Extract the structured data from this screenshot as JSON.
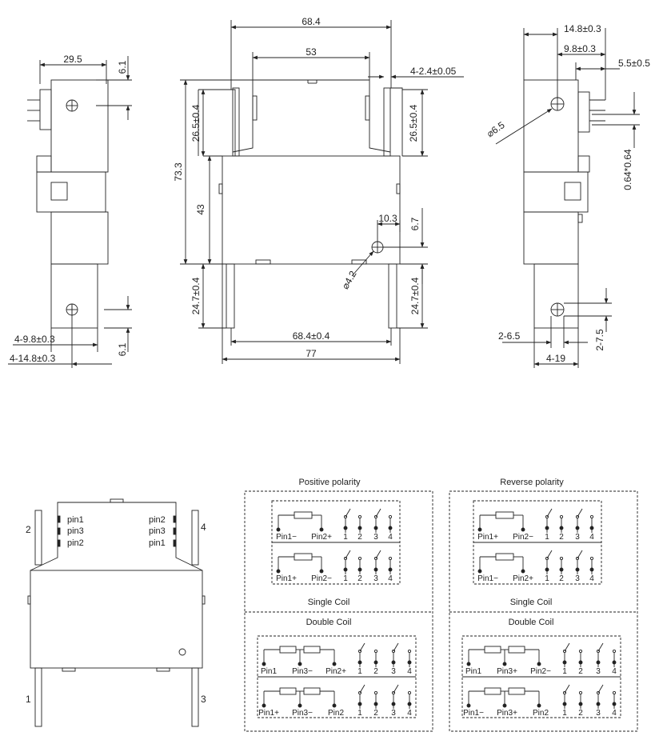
{
  "side_view_left": {
    "width": "29.5",
    "top_offset": "6.1",
    "hole_pitch_a": "4-9.8±0.3",
    "hole_pitch_b": "4-14.8±0.3",
    "bottom_offset": "6.1"
  },
  "front_view": {
    "overall_width_top": "68.4",
    "inner_width": "53",
    "slot_width": "4-2.4±0.05",
    "height_total": "73.3",
    "upper_terminal_left": "26.5±0.4",
    "upper_terminal_right": "26.5±0.4",
    "body_height": "43",
    "hole_offset_x": "10.3",
    "hole_offset_y": "6.7",
    "hole_dia": "⌀4.2",
    "lower_terminal_left": "24.7±0.4",
    "lower_terminal_right": "24.7±0.4",
    "width_mid": "68.4±0.4",
    "width_overall": "77"
  },
  "side_view_right": {
    "dim_a": "14.8±0.3",
    "dim_b": "9.8±0.3",
    "dim_c": "5.5±0.5",
    "hole_dia": "⌀6.5",
    "pin_size": "0.64*0.64",
    "slot_a": "2-6.5",
    "slot_b": "2-7.5",
    "slot_c": "4-19"
  },
  "pin_view": {
    "left_pins": [
      "pin1",
      "pin3",
      "pin2"
    ],
    "right_pins": [
      "pin2",
      "pin3",
      "pin1"
    ],
    "terminal_top_left": "2",
    "terminal_top_right": "4",
    "terminal_bottom_left": "1",
    "terminal_bottom_right": "3"
  },
  "schematics": {
    "positive_title": "Positive polarity",
    "reverse_title": "Reverse polarity",
    "single_coil_label": "Single Coil",
    "double_coil_label": "Double Coil",
    "contact_numbers": [
      "1",
      "2",
      "3",
      "4"
    ],
    "positive_single": [
      [
        "Pin1−",
        "Pin2+"
      ],
      [
        "Pin1+",
        "Pin2−"
      ]
    ],
    "reverse_single": [
      [
        "Pin1+",
        "Pin2−"
      ],
      [
        "Pin1−",
        "Pin2+"
      ]
    ],
    "positive_double": [
      [
        "Pin1",
        "Pin3−",
        "Pin2+"
      ],
      [
        "Pin1+",
        "Pin3−",
        "Pin2"
      ]
    ],
    "reverse_double": [
      [
        "Pin1",
        "Pin3+",
        "Pin2−"
      ],
      [
        "Pin1−",
        "Pin3+",
        "Pin2"
      ]
    ]
  }
}
